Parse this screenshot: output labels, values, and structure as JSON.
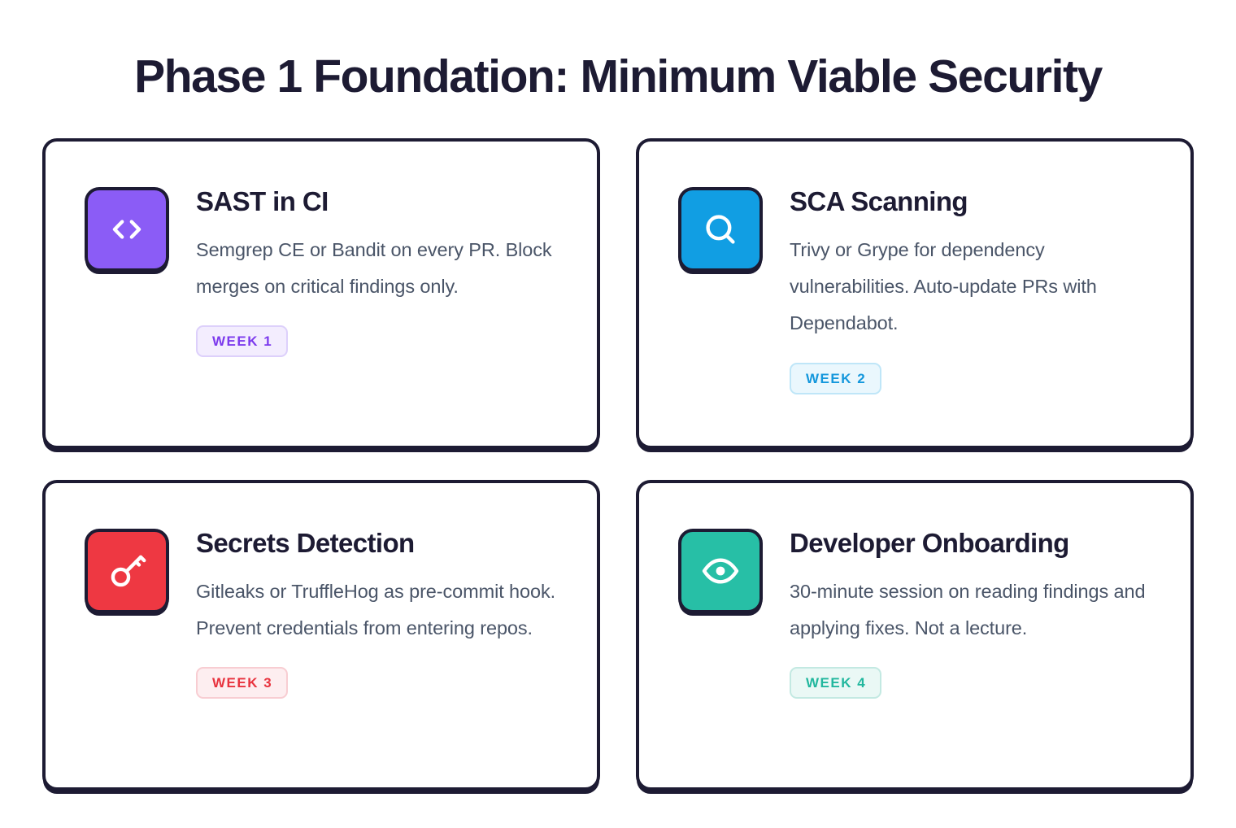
{
  "header": {
    "title": "Phase 1 Foundation: Minimum Viable Security"
  },
  "colors": {
    "ink": "#1D1B33",
    "body_text": "#4A5568",
    "page_background": "#FFFFFF"
  },
  "cards": [
    {
      "id": "sast-in-ci",
      "title": "SAST in CI",
      "description": "Semgrep CE or Bandit on every PR. Block merges on critical findings only.",
      "badge": "WEEK 1",
      "icon": "code-icon",
      "icon_color": "#8B5CF6",
      "badge_text_color": "#7C3AED",
      "badge_bg_color": "#F3EDFE",
      "badge_border_color": "#DDD0FB"
    },
    {
      "id": "sca-scanning",
      "title": "SCA Scanning",
      "description": "Trivy or Grype for dependency vulnerabilities. Auto-update PRs with Dependabot.",
      "badge": "WEEK 2",
      "icon": "search-icon",
      "icon_color": "#119EE3",
      "badge_text_color": "#1497DC",
      "badge_bg_color": "#EAF7FD",
      "badge_border_color": "#BFE6F8"
    },
    {
      "id": "secrets-detection",
      "title": "Secrets Detection",
      "description": "Gitleaks or TruffleHog as pre-commit hook. Prevent credentials from entering repos.",
      "badge": "WEEK 3",
      "icon": "key-icon",
      "icon_color": "#EE3842",
      "badge_text_color": "#E8333E",
      "badge_bg_color": "#FDEEF0",
      "badge_border_color": "#F8CDD2"
    },
    {
      "id": "developer-onboarding",
      "title": "Developer Onboarding",
      "description": "30-minute session on reading findings and applying fixes. Not a lecture.",
      "badge": "WEEK 4",
      "icon": "eye-icon",
      "icon_color": "#27BFA6",
      "badge_text_color": "#22B79E",
      "badge_bg_color": "#EAF8F5",
      "badge_border_color": "#C3E9E2"
    }
  ]
}
